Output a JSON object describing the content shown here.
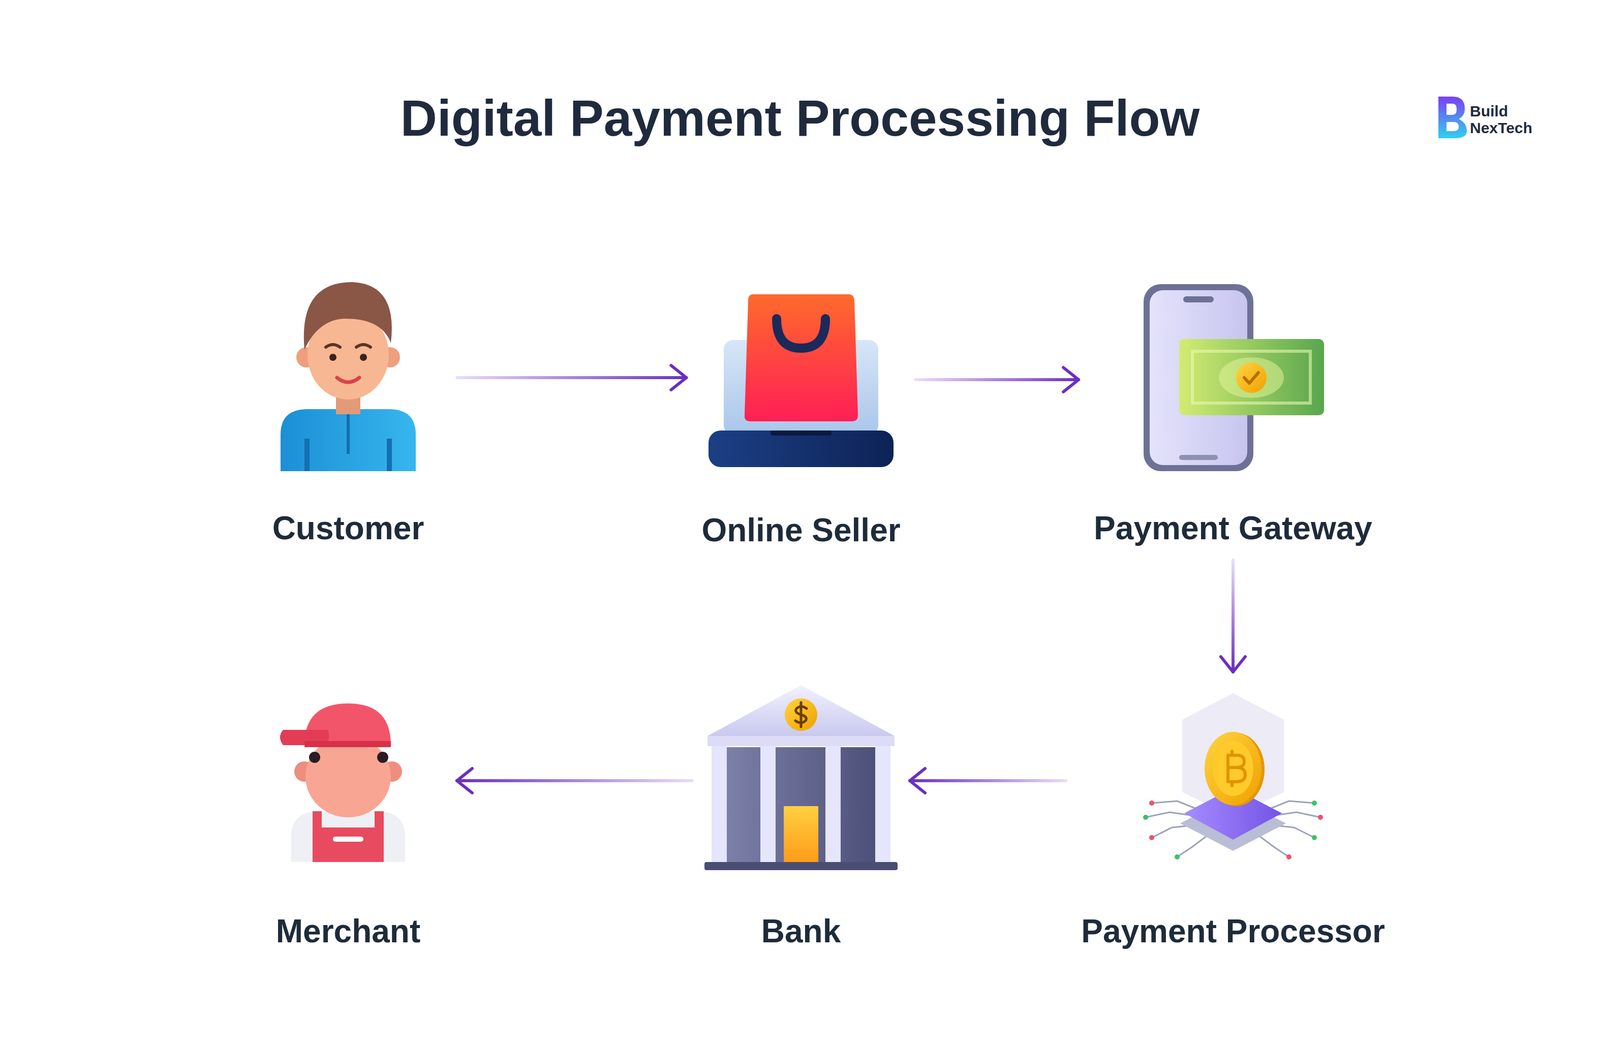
{
  "diagram": {
    "title": "Digital Payment Processing Flow",
    "nodes": [
      {
        "text": [
          "Customer"
        ]
      },
      {
        "text": [
          "Online Seller"
        ]
      },
      {
        "text": [
          "Payment Gateway"
        ]
      },
      {
        "text": [
          "Merchant"
        ]
      },
      {
        "text": [
          "Bank"
        ]
      },
      {
        "text": [
          "Payment Processor"
        ]
      }
    ],
    "edges": [
      {
        "from": 0,
        "to": 1,
        "arrow": "to"
      },
      {
        "from": 1,
        "to": 2,
        "arrow": "to"
      },
      {
        "from": 2,
        "to": 5,
        "arrow": "to"
      },
      {
        "from": 5,
        "to": 4,
        "arrow": "to"
      },
      {
        "from": 4,
        "to": 3,
        "arrow": "to"
      }
    ],
    "labels": [
      "Build NexTech"
    ]
  }
}
